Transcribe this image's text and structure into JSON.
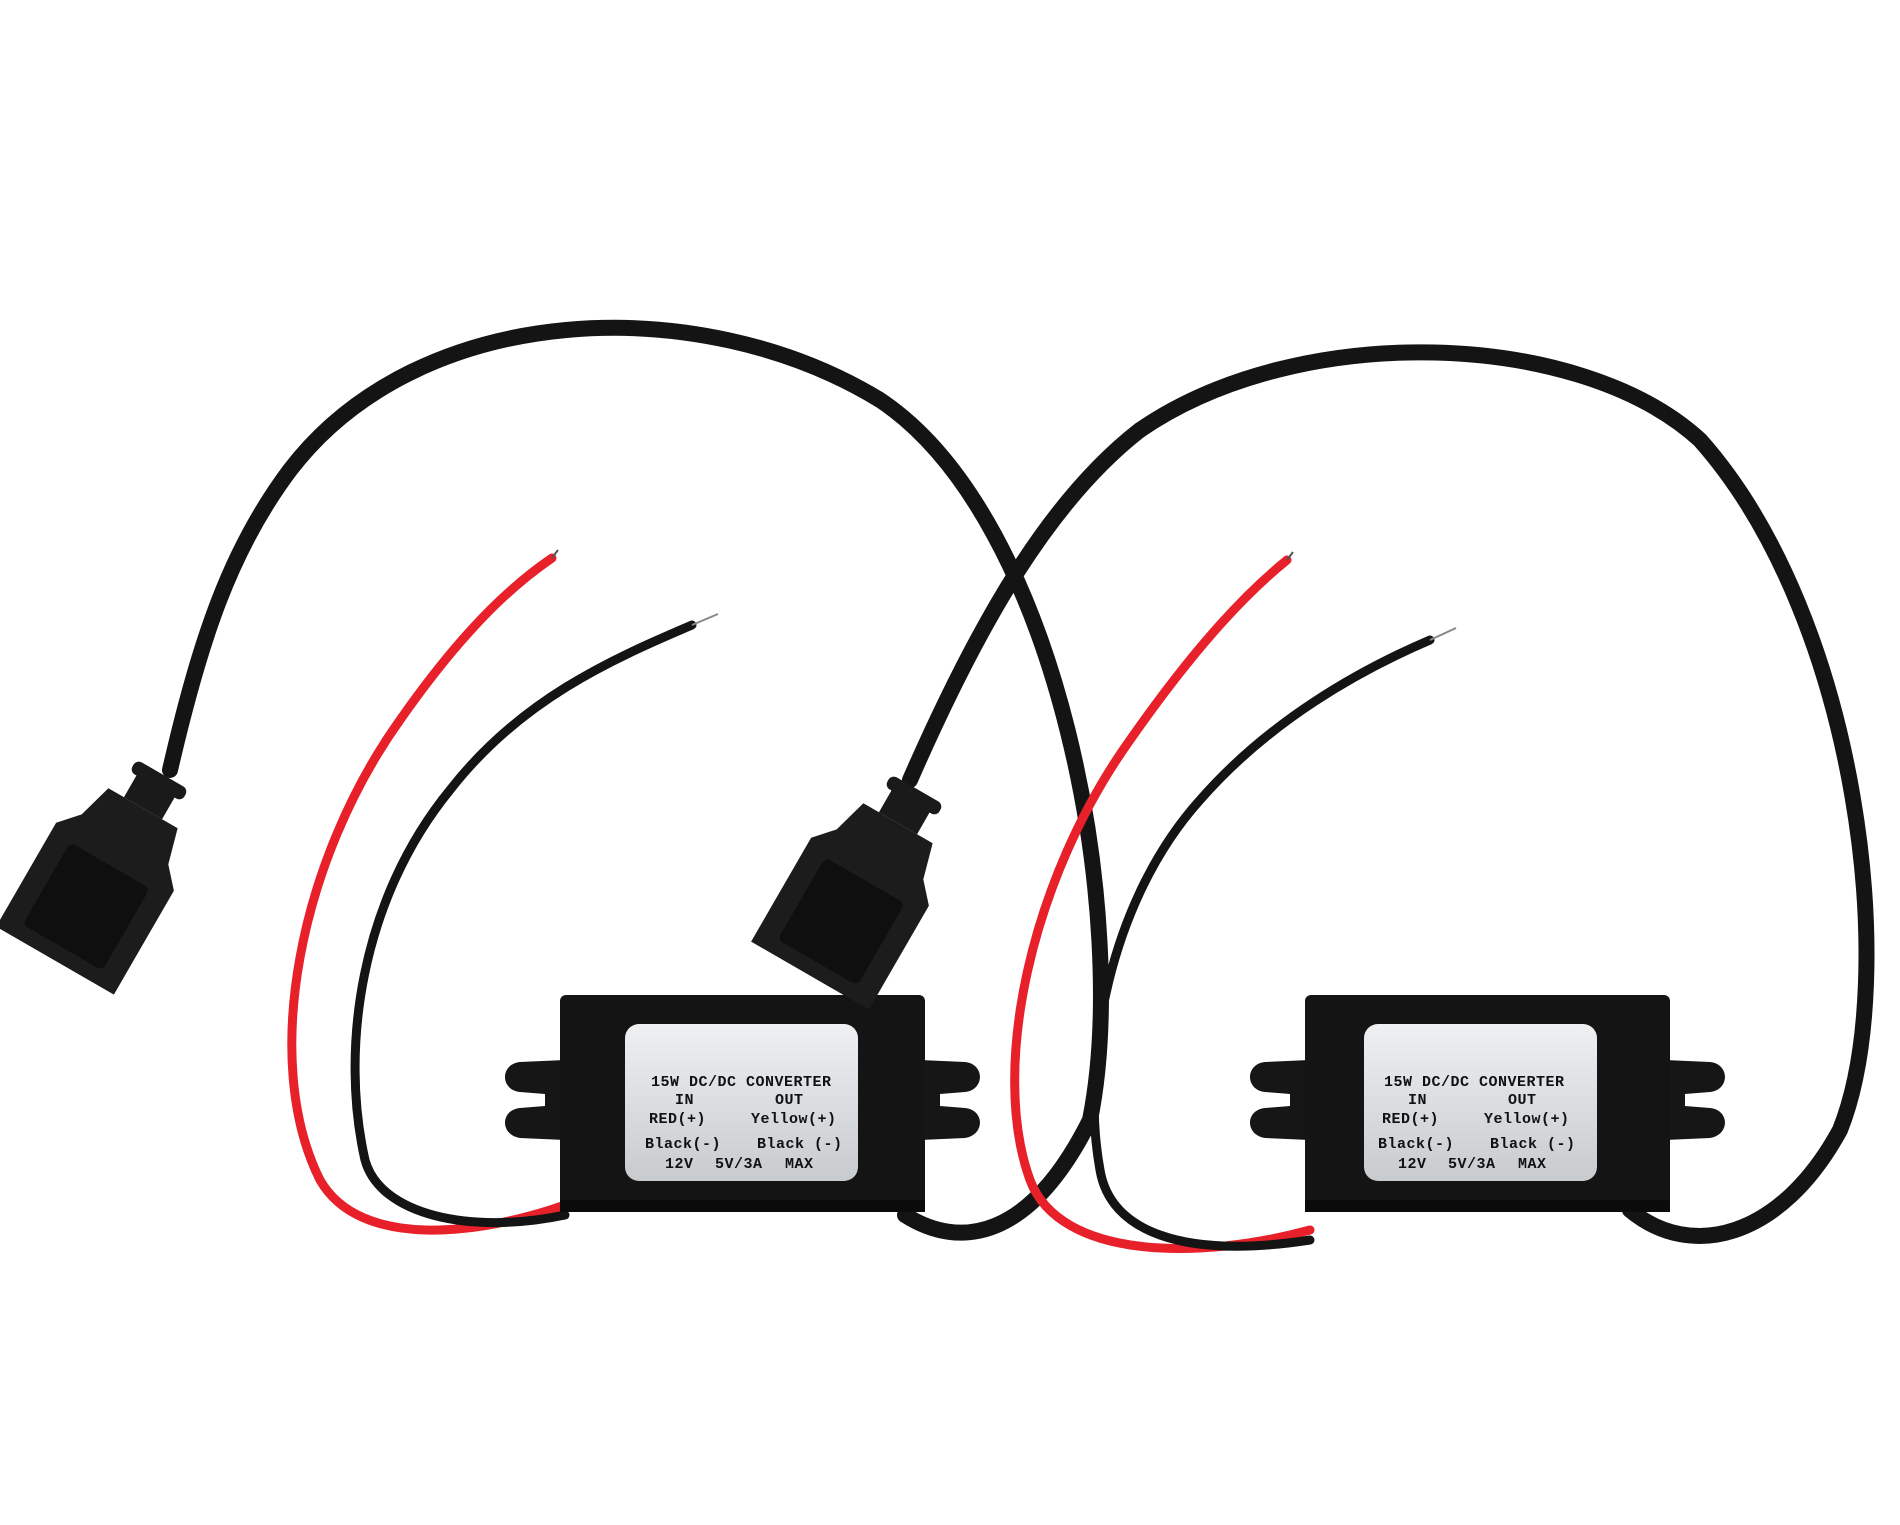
{
  "scene": {
    "description": "Product photo of two 12V to 5V USB DC/DC step-down converters with red and black input leads and a USB-A female output cable, on a white background",
    "background_color": "#ffffff",
    "wire_colors": {
      "red": "#e8202a",
      "black": "#141414"
    }
  },
  "converters": [
    {
      "label": {
        "title": "15W DC/DC CONVERTER",
        "in_header": "IN",
        "out_header": "OUT",
        "in_positive": "RED(+)",
        "out_positive": "Yellow(+)",
        "in_negative": "Black(-)",
        "out_negative": "Black (-)",
        "in_voltage": "12V",
        "out_rating": "5V/3A",
        "max": "MAX"
      }
    },
    {
      "label": {
        "title": "15W DC/DC CONVERTER",
        "in_header": "IN",
        "out_header": "OUT",
        "in_positive": "RED(+)",
        "out_positive": "Yellow(+)",
        "in_negative": "Black(-)",
        "out_negative": "Black (-)",
        "in_voltage": "12V",
        "out_rating": "5V/3A",
        "max": "MAX"
      }
    }
  ]
}
